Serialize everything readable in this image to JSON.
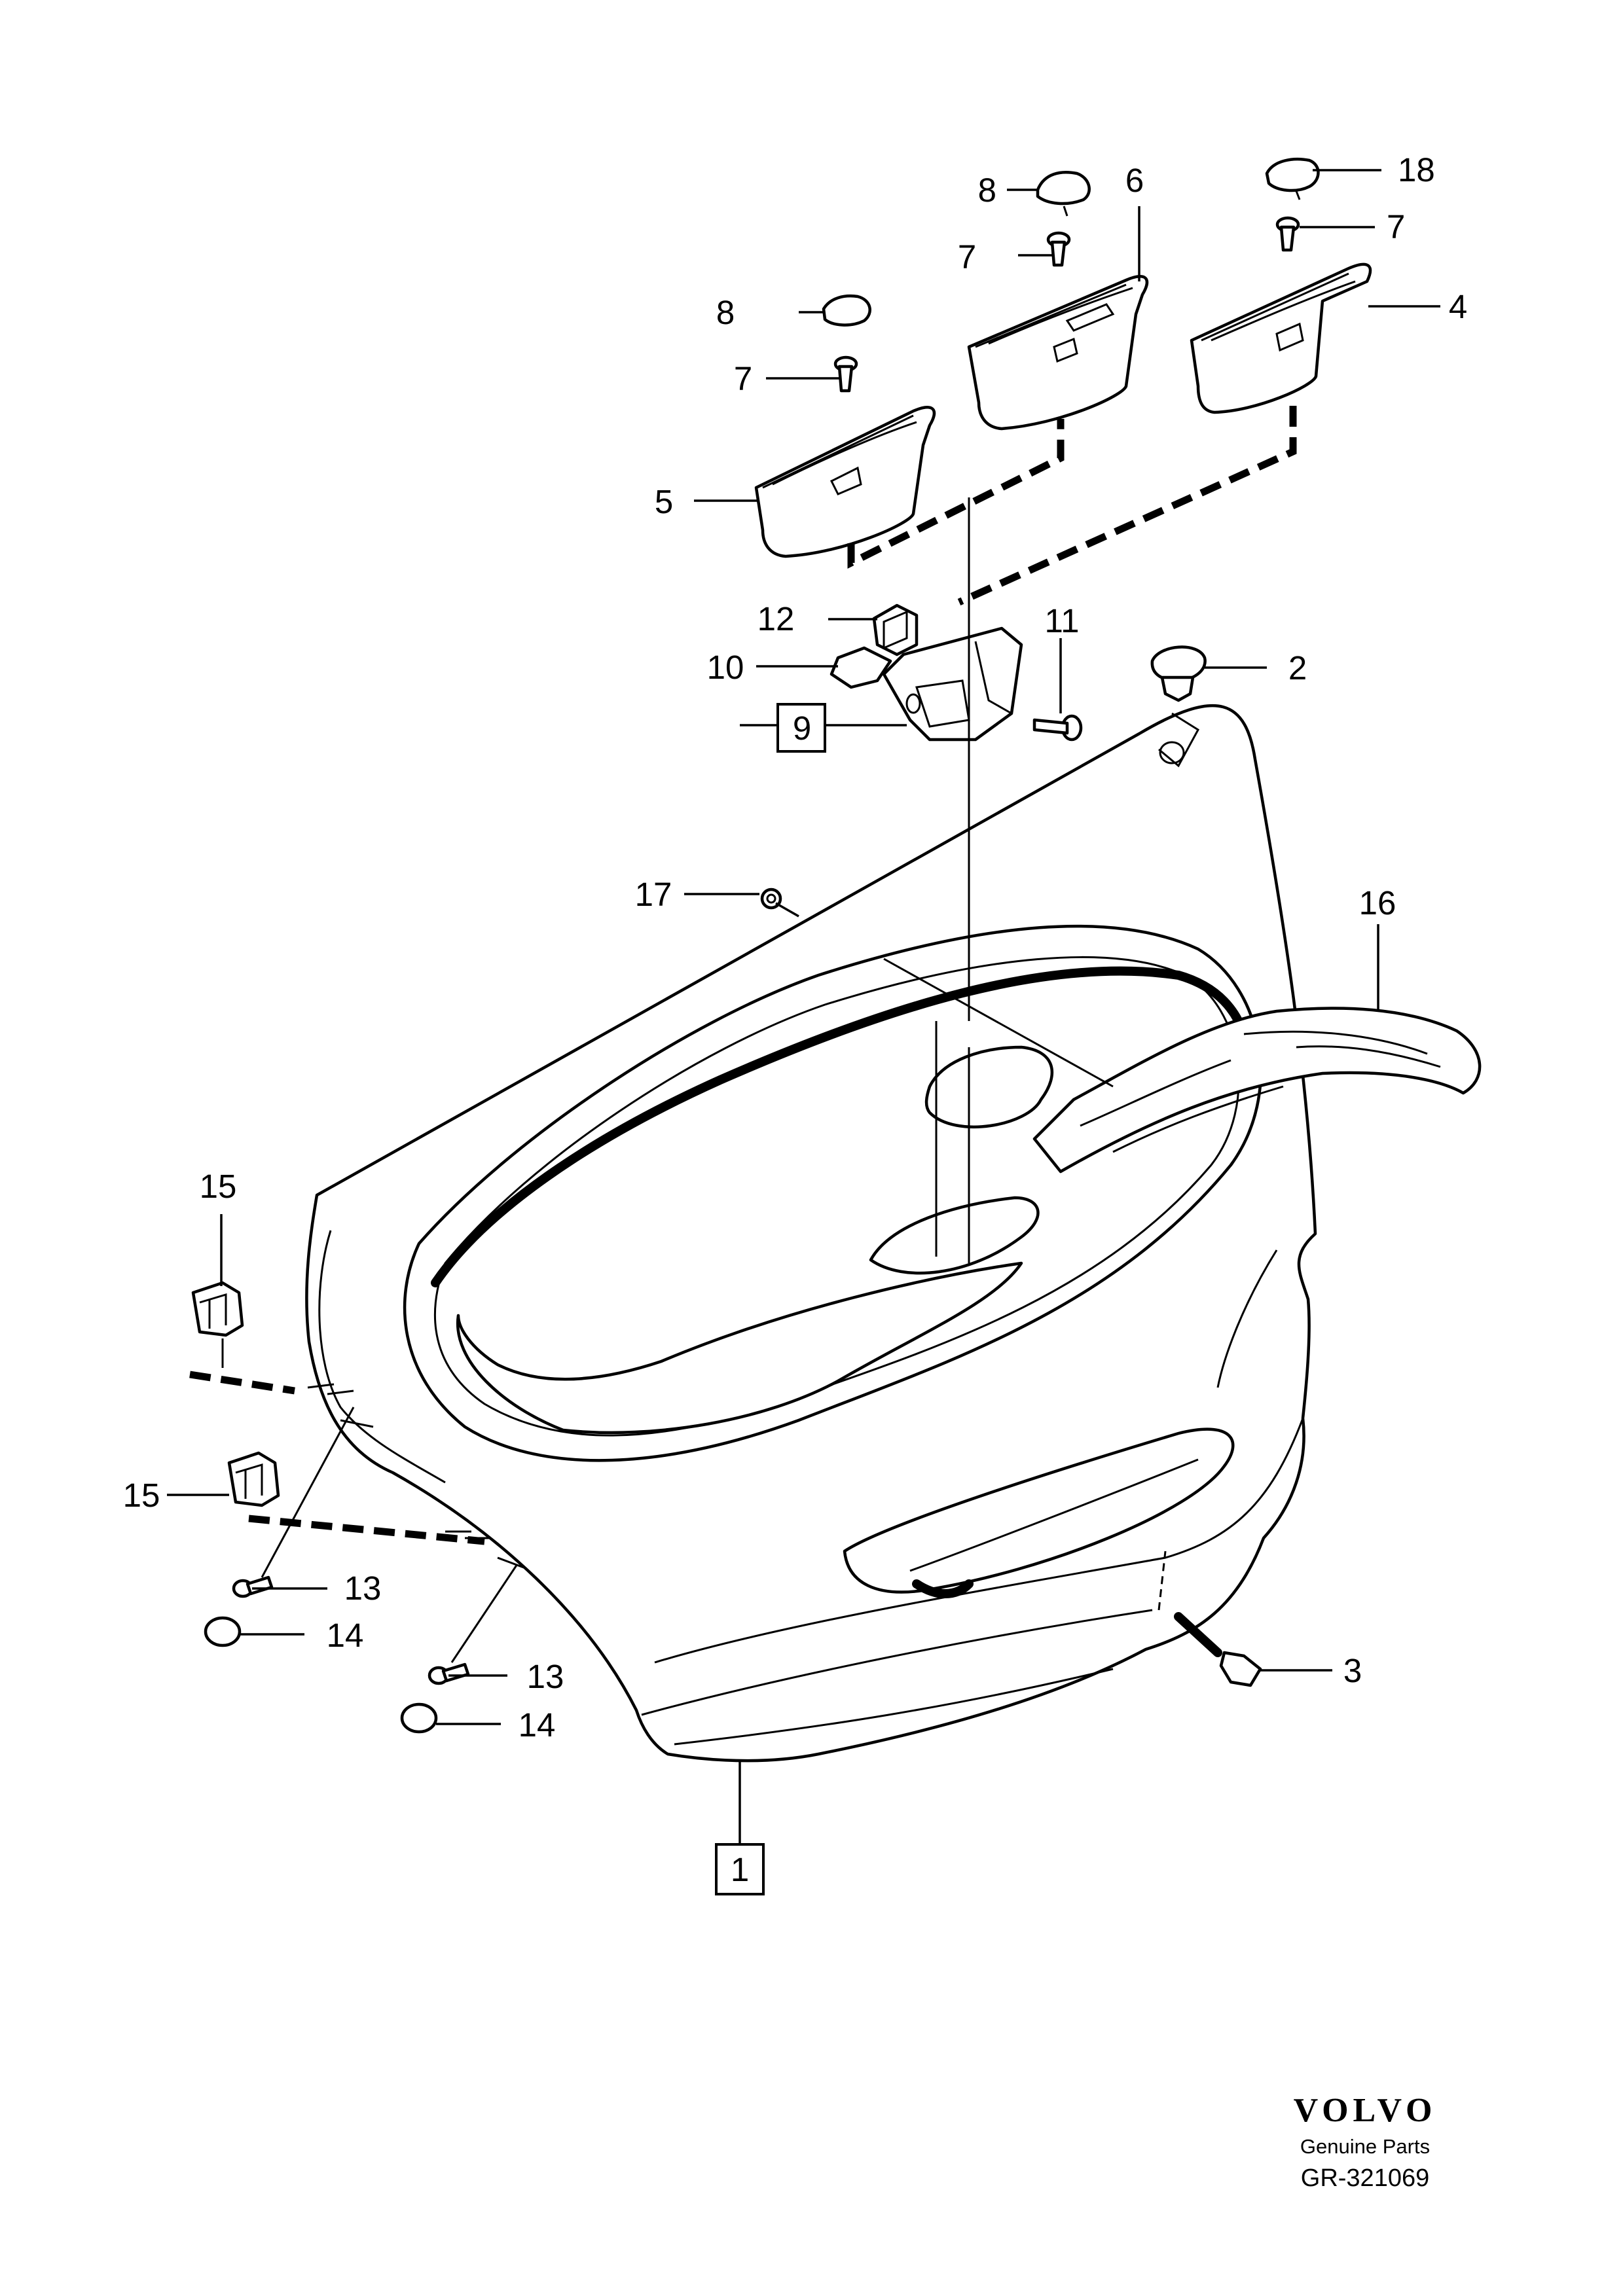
{
  "diagram": {
    "callouts": [
      {
        "id": "c18",
        "label": "18"
      },
      {
        "id": "c8a",
        "label": "8"
      },
      {
        "id": "c6",
        "label": "6"
      },
      {
        "id": "c7a",
        "label": "7"
      },
      {
        "id": "c7b",
        "label": "7"
      },
      {
        "id": "c8b",
        "label": "8"
      },
      {
        "id": "c4",
        "label": "4"
      },
      {
        "id": "c7c",
        "label": "7"
      },
      {
        "id": "c5",
        "label": "5"
      },
      {
        "id": "c12",
        "label": "12"
      },
      {
        "id": "c11",
        "label": "11"
      },
      {
        "id": "c10",
        "label": "10"
      },
      {
        "id": "c2",
        "label": "2"
      },
      {
        "id": "c9",
        "label": "9"
      },
      {
        "id": "c17",
        "label": "17"
      },
      {
        "id": "c16",
        "label": "16"
      },
      {
        "id": "c15a",
        "label": "15"
      },
      {
        "id": "c15b",
        "label": "15"
      },
      {
        "id": "c13a",
        "label": "13"
      },
      {
        "id": "c14a",
        "label": "14"
      },
      {
        "id": "c3",
        "label": "3"
      },
      {
        "id": "c13b",
        "label": "13"
      },
      {
        "id": "c14b",
        "label": "14"
      },
      {
        "id": "c1",
        "label": "1"
      }
    ]
  },
  "footer": {
    "brand": "VOLVO",
    "subtitle": "Genuine Parts",
    "reference": "GR-321069"
  }
}
